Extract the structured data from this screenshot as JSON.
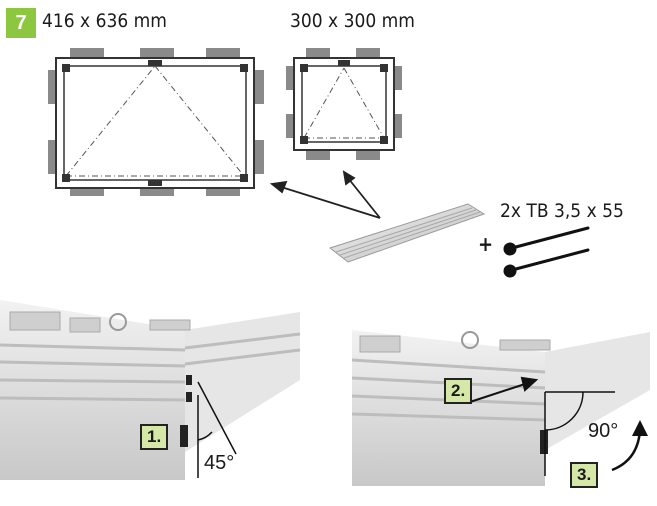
{
  "step": {
    "number": "7"
  },
  "frames": {
    "large_size": "416 x 636 mm",
    "small_size": "300 x 300 mm"
  },
  "hardware": {
    "screws": "2x TB 3,5 x 55",
    "plus": "+"
  },
  "steps": {
    "s1": "1.",
    "s2": "2.",
    "s3": "3."
  },
  "angles": {
    "a1": "45°",
    "a2": "90°"
  }
}
